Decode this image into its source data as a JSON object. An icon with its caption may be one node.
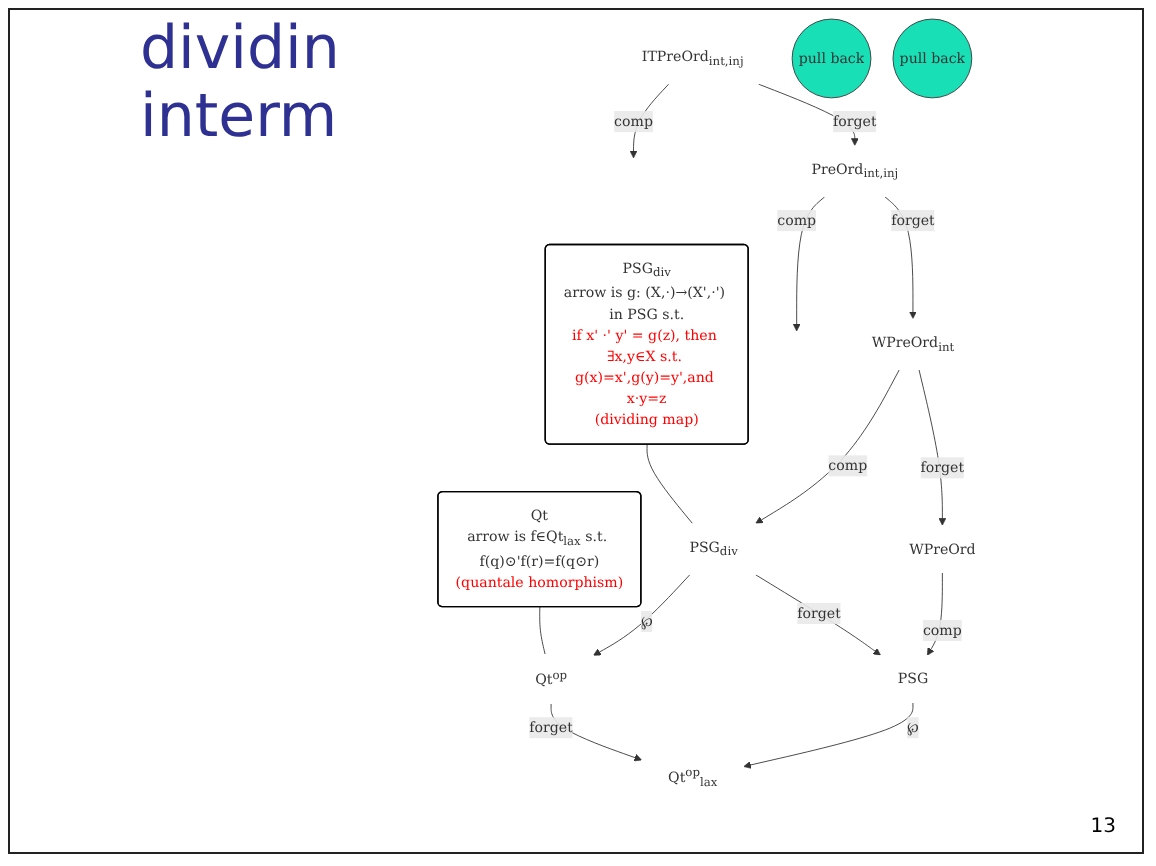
{
  "diagram": {
    "title": "dividin interm",
    "nodes": [
      {
        "text": [
          "PSG$_{div}$",
          "arrow is g: (X,·)→(X',·') in PSG s.t.",
          "if x' ·' y' = g(z), then ∃x,y∈X s.t. g(x)=x',g(y)=y',and x·y=z",
          "(dividing map)"
        ]
      },
      {
        "text": [
          "ITPreOrd$_{int,inj}$"
        ]
      },
      {
        "text": [
          "Qt",
          "arrow is f∈Qt$_{lax}$ s.t. f(q)⊙'f(r)=f(q⊙r)",
          "(quantale homorphism)"
        ]
      },
      {
        "text": [
          "PreOrd$_{int,inj}$"
        ]
      },
      {
        "text": [
          "WPreOrd$_{int}$"
        ]
      },
      {
        "text": [
          "PSG$_{div}$"
        ]
      },
      {
        "text": [
          "Qt$^{op}$"
        ]
      },
      {
        "text": [
          "pull back"
        ]
      },
      {
        "text": [
          "pull back"
        ]
      },
      {
        "text": [
          "WPreOrd"
        ]
      },
      {
        "text": [
          "PSG"
        ]
      },
      {
        "text": [
          "Qt$^{op}$$_{lax}$"
        ]
      }
    ],
    "edges": [
      {
        "from": 1,
        "to": null,
        "arrow": "to",
        "label": "comp"
      },
      {
        "from": 1,
        "to": 3,
        "arrow": "to",
        "label": "forget"
      },
      {
        "from": 3,
        "to": null,
        "arrow": "to",
        "label": "comp"
      },
      {
        "from": 3,
        "to": 4,
        "arrow": "to",
        "label": "forget"
      },
      {
        "from": 4,
        "to": 5,
        "arrow": "to",
        "label": "comp"
      },
      {
        "from": 5,
        "to": 6,
        "arrow": "to",
        "label": "℘"
      },
      {
        "from": 4,
        "to": 9,
        "arrow": "to",
        "label": "forget"
      },
      {
        "from": 5,
        "to": 10,
        "arrow": "to",
        "label": "forget"
      },
      {
        "from": 6,
        "to": 11,
        "arrow": "to",
        "label": "forget"
      },
      {
        "from": 9,
        "to": 10,
        "arrow": "to",
        "label": "comp"
      },
      {
        "from": 10,
        "to": 11,
        "arrow": "to",
        "label": "℘"
      },
      {
        "from": 0,
        "to": 5,
        "arrow": "none"
      },
      {
        "from": 2,
        "to": 6,
        "arrow": "none"
      }
    ],
    "labels": [
      "13"
    ]
  }
}
